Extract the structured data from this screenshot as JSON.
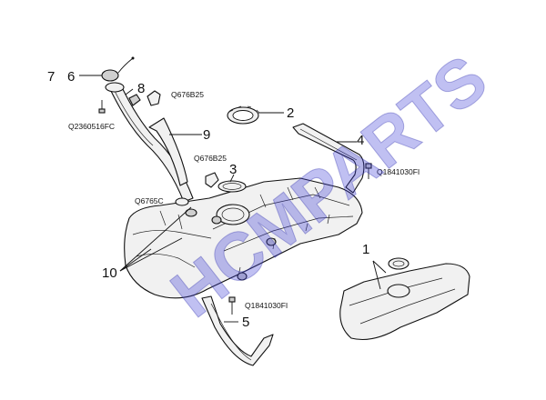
{
  "callouts": [
    {
      "id": "1",
      "label": "1"
    },
    {
      "id": "2",
      "label": "2"
    },
    {
      "id": "3",
      "label": "3"
    },
    {
      "id": "4",
      "label": "4"
    },
    {
      "id": "5",
      "label": "5"
    },
    {
      "id": "6",
      "label": "6"
    },
    {
      "id": "7",
      "label": "7"
    },
    {
      "id": "8",
      "label": "8"
    },
    {
      "id": "9",
      "label": "9"
    },
    {
      "id": "10",
      "label": "10"
    }
  ],
  "part_codes": {
    "clip_upper": "Q676B25",
    "clip_middle": "Q676B25",
    "clamp_left": "Q6765C",
    "screw_cap": "Q2360516FC",
    "bolt_strap_upper": "Q1841030FI",
    "bolt_strap_lower": "Q1841030FI"
  },
  "watermark": "HCMPARTS"
}
